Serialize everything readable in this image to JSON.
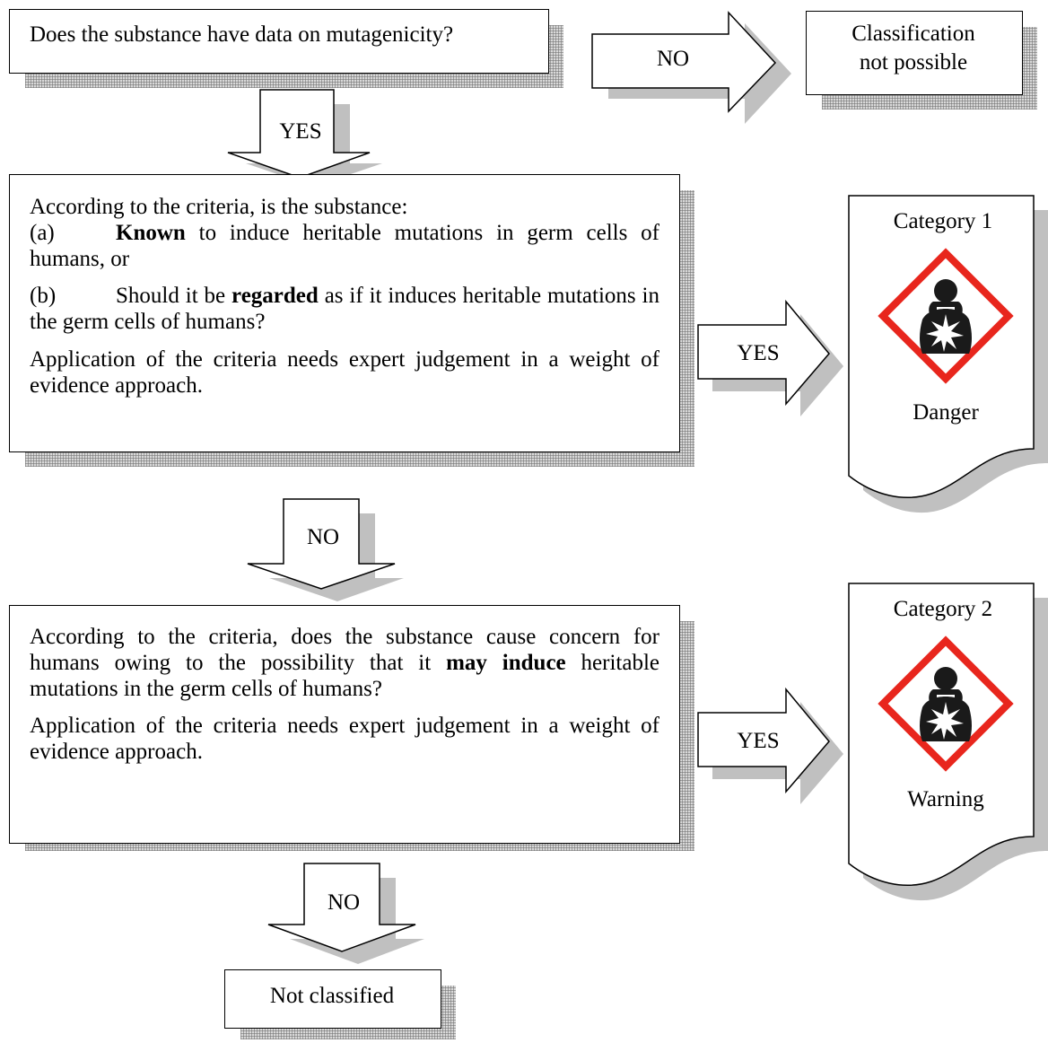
{
  "q1": {
    "text": "Does the substance have data on mutagenicity?"
  },
  "not_possible": {
    "line1": "Classification",
    "line2": "not possible"
  },
  "arrows": {
    "no_right": "NO",
    "yes_down": "YES",
    "yes_cat1": "YES",
    "no_down_1": "NO",
    "yes_cat2": "YES",
    "no_down_2": "NO"
  },
  "q2": {
    "intro": "According to the criteria, is the substance:",
    "a_label": "(a)",
    "a_bold": "Known",
    "a_rest": " to induce heritable mutations in germ cells of humans, or",
    "b_label": "(b)",
    "b_pre": "Should it be ",
    "b_bold": "regarded",
    "b_rest": " as if it induces heritable mutations in the germ cells of humans?",
    "note": "Application of the criteria needs expert judgement in a weight of evidence approach."
  },
  "q3": {
    "pre": "According to the criteria, does the substance cause concern for humans owing to the possibility that it ",
    "bold": "may induce",
    "rest": " heritable mutations in the germ cells of humans?",
    "note": "Application of the criteria needs expert judgement in a weight of evidence approach."
  },
  "cat1": {
    "title": "Category 1",
    "signal": "Danger"
  },
  "cat2": {
    "title": "Category 2",
    "signal": "Warning"
  },
  "not_classified": {
    "text": "Not classified"
  },
  "colors": {
    "pictogram_border": "#e8261d",
    "shadow": "#9a9a9a"
  },
  "icons": {
    "pictogram": "health-hazard-icon"
  }
}
